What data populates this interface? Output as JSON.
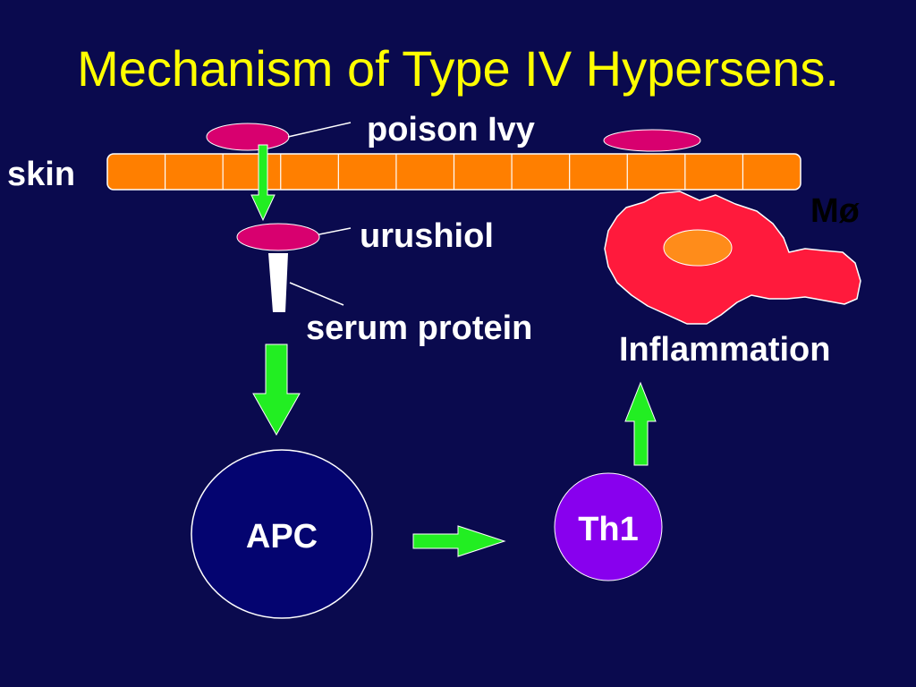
{
  "title": "Mechanism of Type IV Hypersens.",
  "labels": {
    "skin": "skin",
    "poison_ivy": "poison Ivy",
    "urushiol": "urushiol",
    "serum_protein": "serum protein",
    "macrophage": "Mø",
    "inflammation": "Inflammation",
    "apc": "APC",
    "th1": "Th1"
  },
  "colors": {
    "background": "#0a0a4e",
    "title": "#ffff00",
    "skin": "#ff7f00",
    "leaf": "#d8006f",
    "arrow": "#22ee22",
    "macrophage": "#ff1a3c",
    "nucleus": "#ff8c1a",
    "apc_fill": "#040470",
    "th1_fill": "#8800ee"
  },
  "skin_segments": 12
}
